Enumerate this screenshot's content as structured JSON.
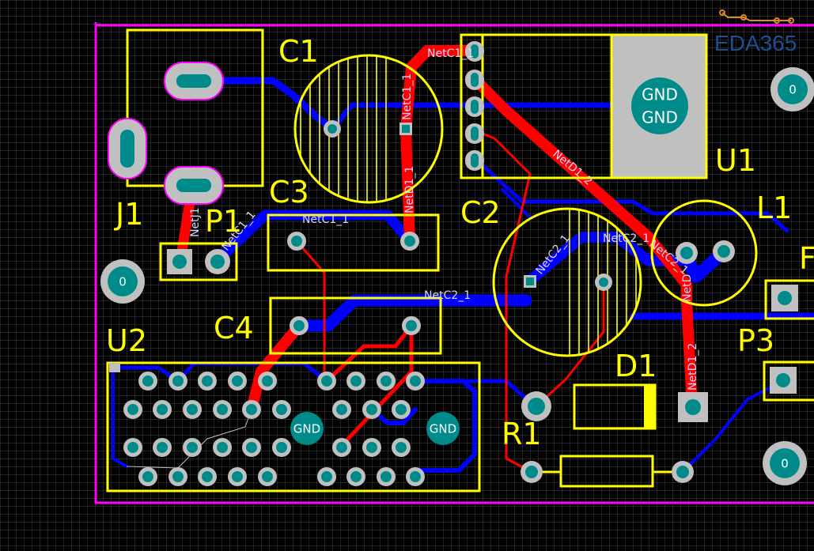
{
  "brand": {
    "name": "EDA365"
  },
  "components": {
    "C1": "C1",
    "C2": "C2",
    "C3": "C3",
    "C4": "C4",
    "J1": "J1",
    "P1": "P1",
    "U1": "U1",
    "U2": "U2",
    "L1": "L1",
    "P3": "P3",
    "D1": "D1",
    "R1": "R1",
    "partial": "F"
  },
  "nets": {
    "netc1_top": "NetC1_1",
    "netc1_vert": "NetC1_1",
    "netc1_c3": "NetC1_1",
    "netp1": "NetC1_1",
    "netj1": "NetJ1",
    "netd1_vert": "NetD1_1",
    "netd1_diag": "NetD1_2",
    "netd1_low": "NetD1_2",
    "netc2_a": "NetC2_1",
    "netc2_b": "NetC2_1",
    "netc2_c4": "NetC2_1",
    "netc2_l1": "NetC2_1",
    "netd_short": "NetD"
  },
  "pads": {
    "gnd": "GND",
    "zero": "0"
  },
  "colors": {
    "background": "#000000",
    "grid": "#5a5a5a",
    "silkscreen": "#ffff00",
    "board_outline": "#ff00ff",
    "top_copper": "#ff0000",
    "bottom_copper": "#0000ff",
    "pad_fill": "#008b8b",
    "pad_ring": "#c0c0c0",
    "brand": "#1e4f8f"
  }
}
